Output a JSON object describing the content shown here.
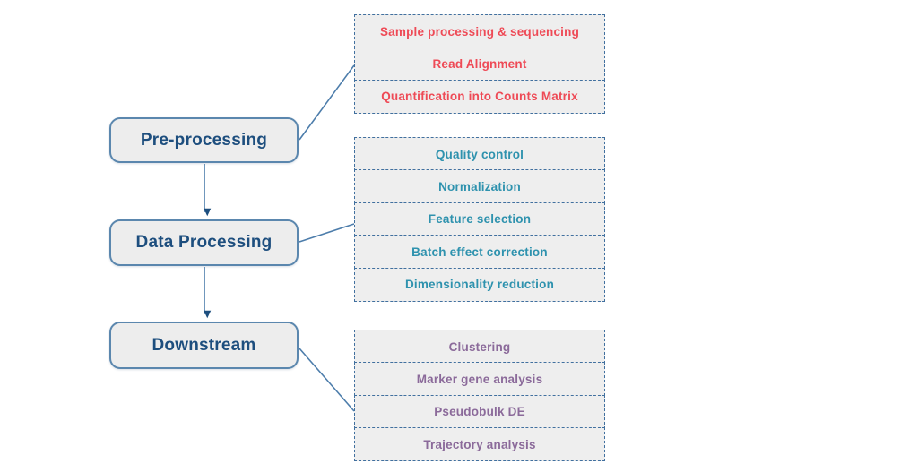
{
  "stages": [
    {
      "label": "Pre-processing"
    },
    {
      "label": "Data Processing"
    },
    {
      "label": "Downstream"
    }
  ],
  "step_groups": [
    {
      "stage": "Pre-processing",
      "text_color": "#ee4a56",
      "steps": [
        "Sample processing & sequencing",
        "Read Alignment",
        "Quantification into Counts Matrix"
      ]
    },
    {
      "stage": "Data Processing",
      "text_color": "#2e92ae",
      "steps": [
        "Quality control",
        "Normalization",
        "Feature selection",
        "Batch effect correction",
        "Dimensionality reduction"
      ]
    },
    {
      "stage": "Downstream",
      "text_color": "#8b6a9a",
      "steps": [
        "Clustering",
        "Marker gene analysis",
        "Pseudobulk DE",
        "Trajectory analysis"
      ]
    }
  ],
  "colors": {
    "stage_text": "#1d4e7e",
    "stage_border": "#5b87ae",
    "box_fill": "#eeeeee",
    "dashed_border": "#41709f",
    "connector_line": "#4d7dab",
    "arrowhead": "#1d4e7e",
    "background": "#ffffff"
  }
}
